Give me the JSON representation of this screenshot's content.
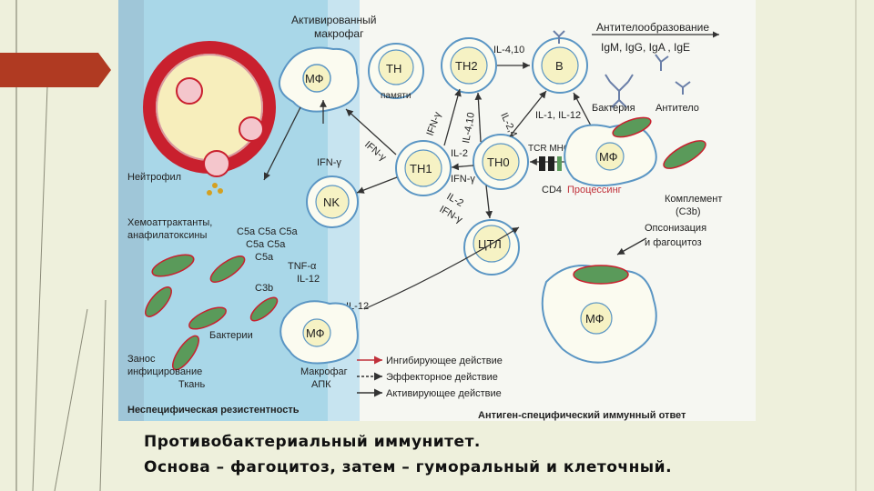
{
  "slide": {
    "caption_line1": "Противобактериальный иммунитет.",
    "caption_line2": "Основа – фагоцитоз, затем – гуморальный и клеточный."
  },
  "colors": {
    "slide_bg": "#eef0dc",
    "accent": "#b03a22",
    "left_panel": "#a9d7e8",
    "cell_fill": "#fbfbf0",
    "cell_stroke": "#5b96c4",
    "nucleus": "#f6f2c4",
    "bacteria": "#5a9a5a",
    "inhibit_arrow": "#c0303a"
  },
  "diagram": {
    "activated_macrophage": {
      "line1": "Активированный",
      "line2": "макрофаг"
    },
    "cells": {
      "mf_top": "МФ",
      "th_memory": "TH",
      "th_memory_sub": "памяти",
      "th2": "TH2",
      "b_cell": "B",
      "th1": "TH1",
      "th0": "TH0",
      "nk": "NK",
      "ctl": "ЦТЛ",
      "mf_right": "МФ",
      "mf_bottom": "МФ",
      "mf_apc": "МФ"
    },
    "antibody_title": "Антителообразование",
    "antibody_classes": "IgM, IgG, IgA , IgE",
    "labels": {
      "il_4_10_top": "IL-4,10",
      "ifn_gamma_a": "IFN-γ",
      "il_4_10_diag": "IL-4,10",
      "il_2_4": "IL-2,4",
      "il_1_12": "IL-1, IL-12",
      "ifn_gamma_b": "IFN-γ",
      "ifn_gamma_c": "IFN-γ",
      "il_2": "IL-2",
      "ifn_gamma_d": "IFN-γ",
      "il_2_ifn": "IL-2",
      "ifn_gamma_e": "IFN-γ",
      "tcr_mhc": "TCR MHCII",
      "cd4": "CD4",
      "processing": "Процессинг",
      "bacteria_right": "Бактерия",
      "antibody_right": "Антитело",
      "complement": "Комплемент",
      "c3b": "(C3b)",
      "opsonization": "Опсонизация",
      "phagocytosis": "и фагоцитоз",
      "neutrophil": "Нейтрофил",
      "chemo_line1": "Хемоаттрактанты,",
      "chemo_line2": "анафилатоксины",
      "c5a_row1": "C5a C5a C5a",
      "c5a_row2": "C5a C5a",
      "c5a_row3": "C5a",
      "tnf": "TNF-α",
      "il_12": "IL-12",
      "c3b_left": "C3b",
      "il_12_bottom": "IL-12",
      "bacteria_left": "Бактерии",
      "macrophage_apc_line1": "Макрофаг",
      "macrophage_apc_line2": "АПК",
      "invasion": "Занос",
      "infection": "инфицирование",
      "tissue": "Ткань",
      "legend_inhibit": "Ингибирующее действие",
      "legend_effector": "Эффекторное действие",
      "legend_activate": "Активирующее действие",
      "nonspecific": "Неспецифическая резистентность",
      "specific": "Антиген-специфический иммунный ответ"
    }
  }
}
